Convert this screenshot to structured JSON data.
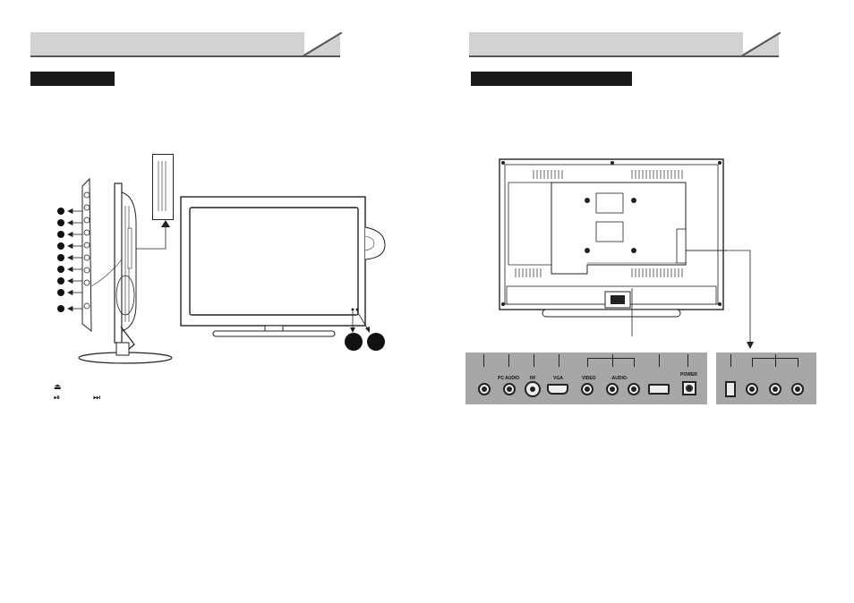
{
  "colors": {
    "tab": "#d2d2d2",
    "title_bar": "#1a1a1a",
    "panel": "#a7a7a7",
    "line": "#222222"
  },
  "right_panel": {
    "port_labels": [
      "PC AUDIO",
      "RF",
      "VGA",
      "VIDEO",
      "-AUDIO-",
      "POWER"
    ]
  },
  "icons": {
    "eject": "eject-icon",
    "play_pause": "play-pause-icon",
    "next": "skip-next-icon"
  }
}
